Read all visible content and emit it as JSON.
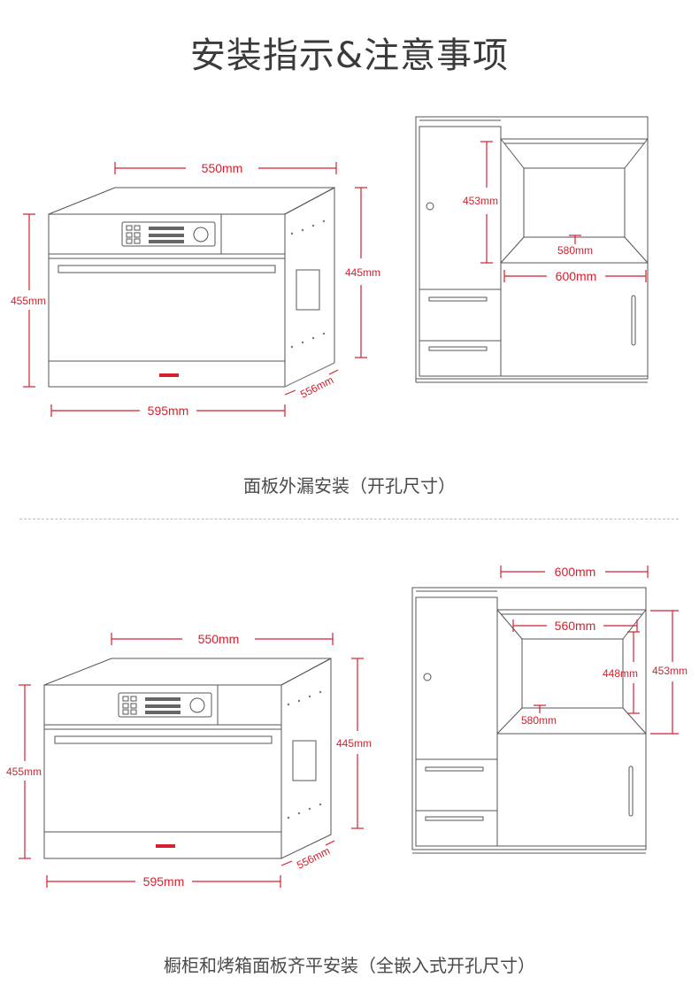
{
  "title": "安装指示&注意事项",
  "section1": {
    "caption": "面板外漏安装（开孔尺寸）",
    "oven": {
      "width": "550mm",
      "height": "445mm",
      "front_height": "455mm",
      "depth": "556mm",
      "front_width": "595mm"
    },
    "cabinet": {
      "inner_height": "453mm",
      "inner_depth": "580mm",
      "width": "600mm"
    }
  },
  "section2": {
    "caption": "橱柜和烤箱面板齐平安装（全嵌入式开孔尺寸）",
    "oven": {
      "width": "550mm",
      "height": "445mm",
      "front_height": "455mm",
      "depth": "556mm",
      "front_width": "595mm"
    },
    "cabinet": {
      "top_width": "600mm",
      "inner_width": "560mm",
      "inner_height": "448mm",
      "outer_height": "453mm",
      "inner_depth": "580mm"
    }
  },
  "colors": {
    "dimension": "#d3212d",
    "line": "#555555",
    "text": "#3a3a3a"
  }
}
